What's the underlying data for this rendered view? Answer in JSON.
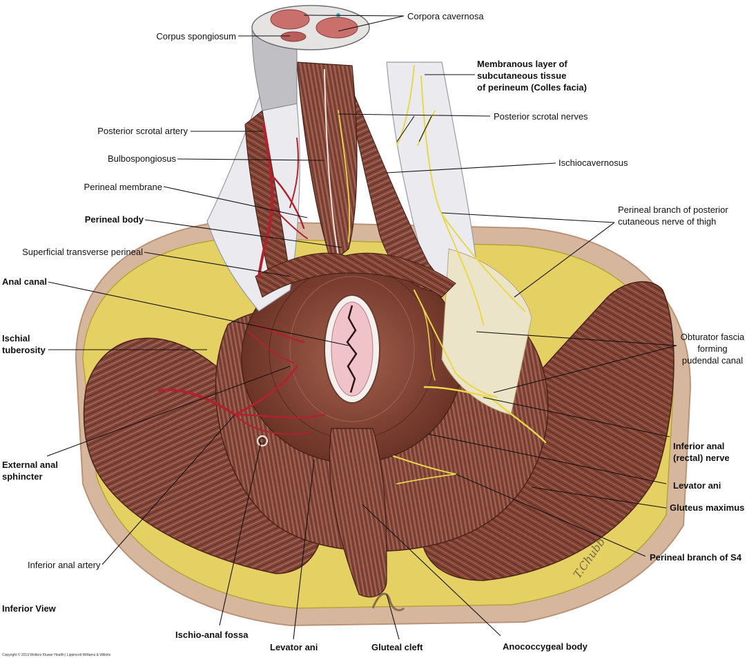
{
  "labels": {
    "corpora_cavernosa": "Corpora cavernosa",
    "corpus_spongiosum": "Corpus spongiosum",
    "membranous_layer": [
      "Membranous layer of",
      "subcutaneous tissue",
      "of perineum (Colles facia)"
    ],
    "posterior_scrotal_artery": "Posterior scrotal artery",
    "posterior_scrotal_nerves": "Posterior scrotal nerves",
    "bulbospongiosus": "Bulbospongiosus",
    "ischiocavernosus": "Ischiocavernosus",
    "perineal_membrane": "Perineal membrane",
    "perineal_branch_post_cut": [
      "Perineal branch of posterior",
      "cutaneous nerve of thigh"
    ],
    "perineal_body": "Perineal body",
    "superficial_transverse_perineal": "Superficial transverse perineal",
    "anal_canal": "Anal canal",
    "obturator_fascia": [
      "Obturator fascia",
      "forming",
      "pudendal canal"
    ],
    "ischial_tuberosity": [
      "Ischial",
      "tuberosity"
    ],
    "inferior_anal_nerve": [
      "Inferior anal",
      "(rectal) nerve"
    ],
    "external_anal_sphincter": [
      "External anal",
      "sphincter"
    ],
    "levator_ani_right": "Levator ani",
    "gluteus_maximus": "Gluteus maximus",
    "perineal_branch_s4": "Perineal branch of S4",
    "inferior_anal_artery": "Inferior anal artery",
    "inferior_view": "Inferior View",
    "ischio_anal_fossa": "Ischio-anal fossa",
    "levator_ani_bottom": "Levator ani",
    "gluteal_cleft": "Gluteal cleft",
    "anococcygeal_body": "Anococcygeal body"
  },
  "copyright": "Copyright © 2013 Wolters Kluwer Health | Lippincott Williams & Wilkins",
  "signature": "T.Chubb",
  "colors": {
    "muscle": "#8a4a3a",
    "muscle_dark": "#5e2c22",
    "fat": "#e3cf5a",
    "fascia": "#e8e8ec",
    "artery": "#b0222e",
    "nerve": "#e8d84a",
    "skin": "#c9a98c",
    "anal_lining": "#efc3c8"
  }
}
